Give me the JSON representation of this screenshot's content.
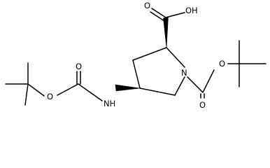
{
  "molecule": {
    "labels": {
      "acid_hydroxyl": "OH",
      "acid_carbonyl_oxygen": "O",
      "ring_nitrogen": "N",
      "nboc_carbonyl_oxygen": "O",
      "nboc_ester_oxygen": "O",
      "amine": "NH",
      "nhboc_carbonyl_oxygen": "O",
      "nhboc_ester_oxygen": "O"
    }
  }
}
